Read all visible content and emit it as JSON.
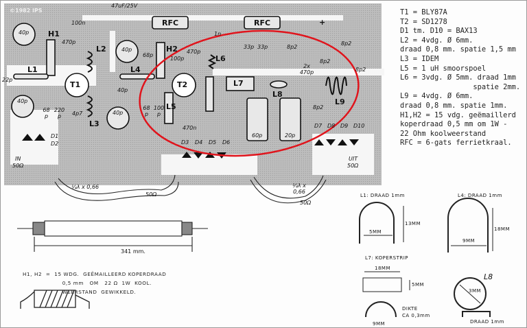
{
  "copyright": "©1982 IPS",
  "schematic": {
    "labels": {
      "c_47uf": "47uF/25V",
      "rfc1": "RFC",
      "rfc2": "RFC",
      "plus": "+",
      "h1": "H1",
      "c_100n": "100n",
      "c_470p_a": "470p",
      "l2": "L2",
      "trim1": "40p",
      "trim2": "40p",
      "trim3": "40p",
      "trim4": "40p",
      "l1": "L1",
      "c_22p": "22p",
      "t1": "T1",
      "c_68p_a": "68 p",
      "c_220p": "220 p",
      "c_4p7": "4p7",
      "l3": "L3",
      "l4": "L4",
      "c_40p": "40p",
      "c_68p_b": "68p",
      "h2": "H2",
      "c_100p_a": "100p",
      "c_470p_b": "470p",
      "c_1n": "1n",
      "l6": "L6",
      "t2": "T2",
      "c_68p_c": "68 p",
      "c_100p_b": "100 p",
      "l5": "L5",
      "c_470n": "470n",
      "c_33p_a": "33p",
      "c_33p_b": "33p",
      "c_8p2_a": "8p2",
      "l7": "L7",
      "l8": "L8",
      "c_2x470p": "2x 470p",
      "c_8p2_b": "8p2",
      "c_8p2_c": "8p2",
      "l9": "L9",
      "c_8p2_d": "8p2",
      "c_8p2_e": "8p2",
      "trim_60p": "60p",
      "trim_20p": "20p",
      "d3": "D3",
      "d4": "D4",
      "d5": "D5",
      "d6": "D6",
      "d7": "D7",
      "d8": "D8",
      "d9": "D9",
      "d10": "D10",
      "d1": "D1",
      "d2": "D2",
      "in": "IN",
      "in_imp": "50Ω",
      "uit": "UIT",
      "uit_imp": "50Ω",
      "coax1_len": "¼λ x 0,66",
      "coax1_imp": "50Ω",
      "coax2_len": "¼λ x 0,66",
      "coax2_imp": "50Ω",
      "coax_total": "341 mm."
    }
  },
  "spec_lines": [
    "T1 = BLY87A",
    "T2 = SD1278",
    "D1 tm. D10 = BAX13",
    "L2 = 4vdg. Ø 6mm.",
    "draad 0,8 mm. spatie 1,5 mm",
    "L3 = IDEM",
    "L5 = 1 uH smoorspoel",
    "L6 = 3vdg. Ø 5mm. draad 1mm",
    "                 spatie 2mm.",
    "L9 = 4vdg. Ø 6mm.",
    "draad 0,8 mm. spatie 1mm.",
    "H1,H2 = 15 vdg. geëmaillerd",
    "koperdraad 0,5 mm om 1W -",
    "22 Ohm koolweerstand",
    "RFC = 6-gats ferrietkraal."
  ],
  "notes": [
    "H1, H2  =  15 WDG.  GEËMAILLEERD KOPERDRAAD",
    "                    0,5 mm   OM   22 Ω  1W  KOOL.",
    "                    WEERSTAND  GEWIKKELD."
  ],
  "coils": {
    "l1_title": "L1: DRAAD 1mm",
    "l1_height": "13MM",
    "l1_width": "5MM",
    "l4_title": "L4: DRAAD 1mm",
    "l4_height": "18MM",
    "l4_width": "9MM",
    "l7_title": "L7: KOPERSTRIP",
    "l7_length": "18MM",
    "l7_height": "5MM",
    "l7_thickness_1": "DIKTE",
    "l7_thickness_2": "CA 0,3mm",
    "l7_width": "9MM",
    "l8_title": "L8",
    "l8_diameter": "3MM",
    "l8_wire": "DRAAD 1mm"
  },
  "colors": {
    "highlight": "#e0141c",
    "pcb": "#bdbdbd"
  }
}
